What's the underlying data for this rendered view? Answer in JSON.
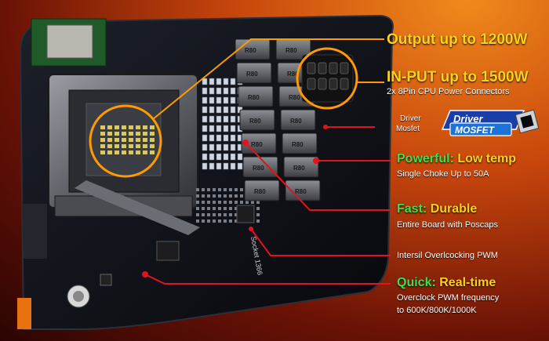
{
  "callouts": {
    "output": "Output up to 1200W",
    "input": "IN-PUT up to 1500W",
    "input_sub": "2x 8Pin CPU Power Connectors",
    "driver_line1": "Driver",
    "driver_line2": "Mosfet",
    "powerful_label": "Powerful:",
    "powerful_value": "Low temp",
    "powerful_sub": "Single Choke Up to 50A",
    "fast_label": "Fast:",
    "fast_value": "Durable",
    "fast_sub": "Entire Board with Poscaps",
    "intersil": "Intersil Overlcocking PWM",
    "quick_label": "Quick:",
    "quick_value": "Real-time",
    "quick_sub1": "Overclock PWM frequency",
    "quick_sub2": "to 600K/800K/1000K"
  },
  "badge": {
    "top": "Driver",
    "bottom": "MOSFET"
  },
  "board": {
    "socket_text": "Socket 1366",
    "choke_text": "R80"
  },
  "colors": {
    "accent_yellow": "#ffd21a",
    "accent_green": "#3be04a",
    "callout_line": "#e0141c",
    "pcb": "#10131a"
  }
}
